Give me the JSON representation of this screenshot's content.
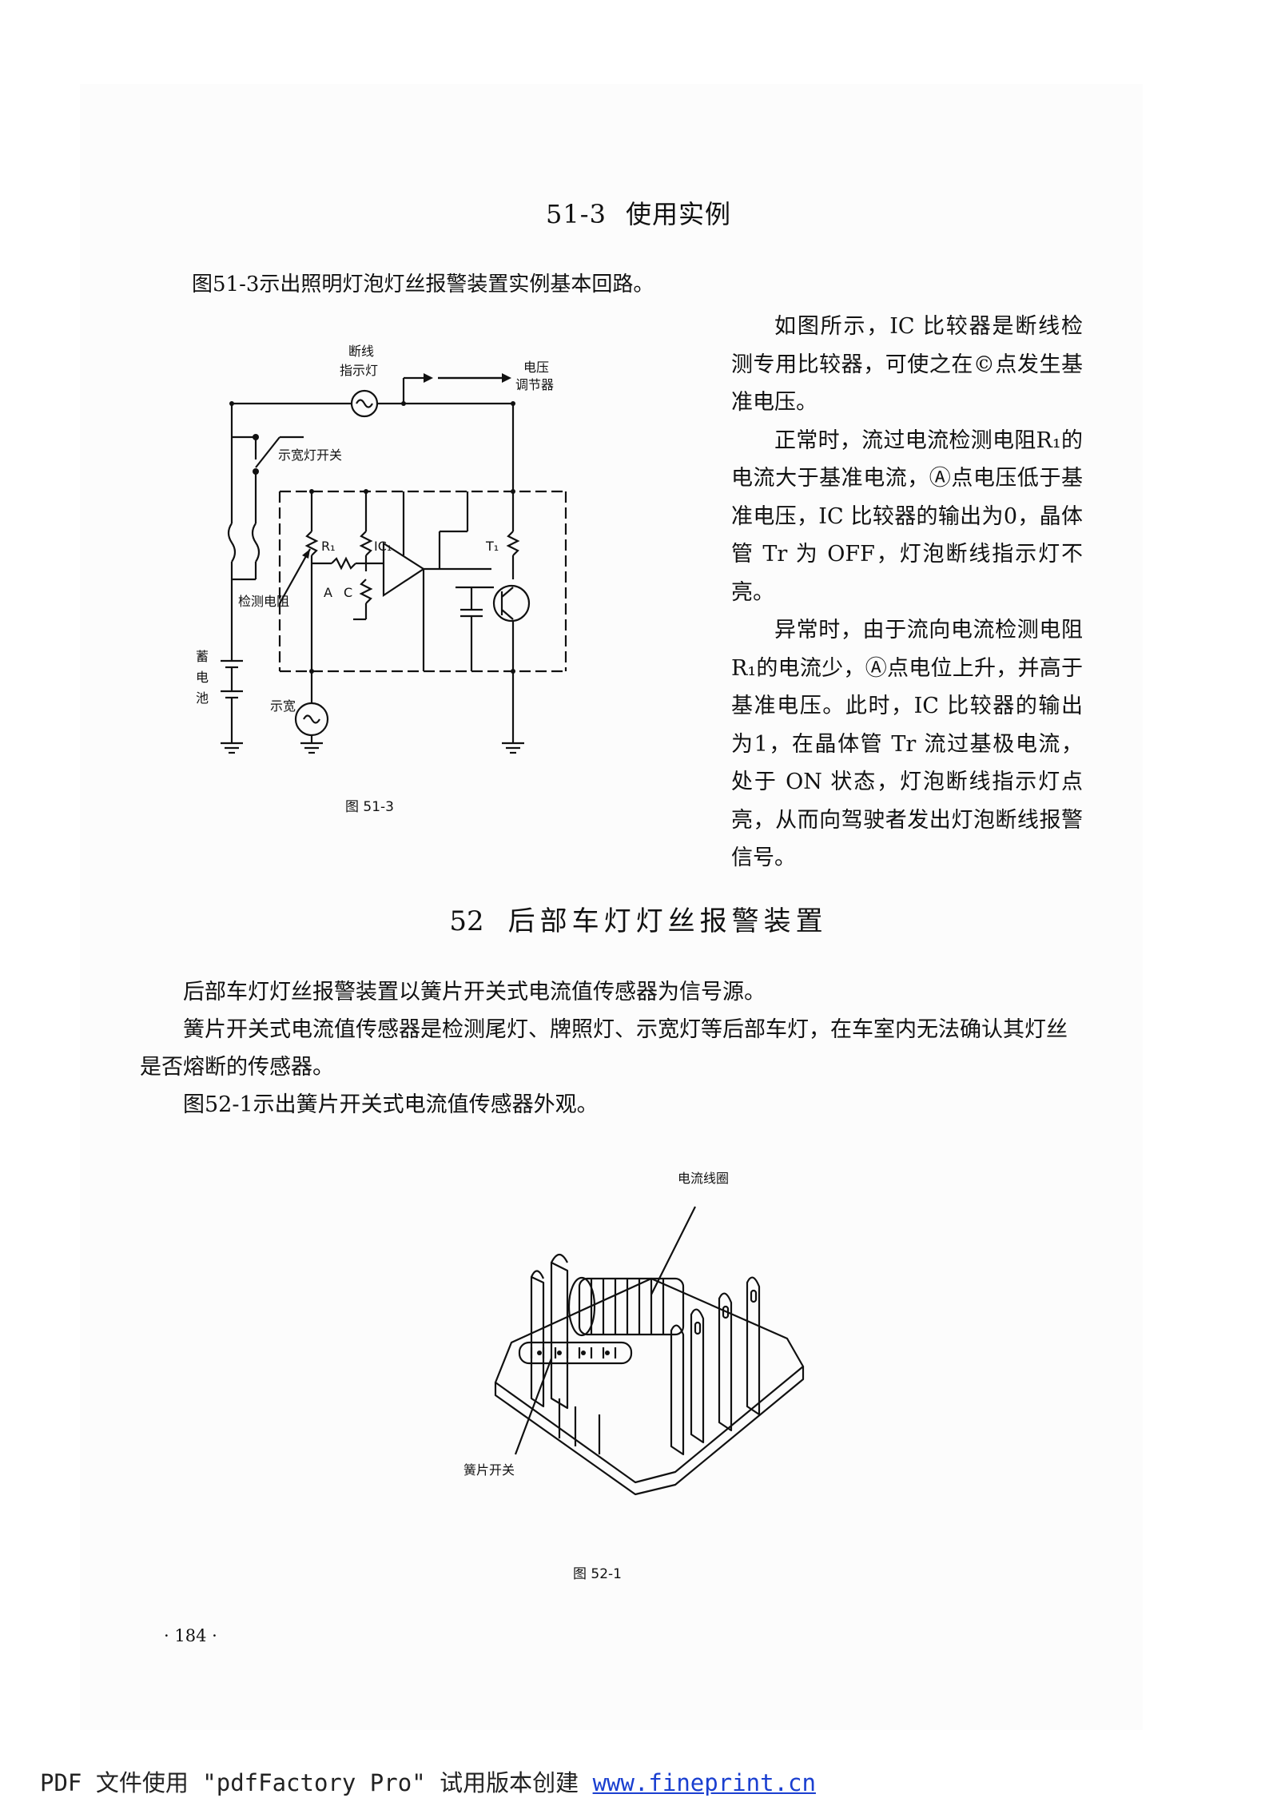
{
  "section": {
    "number": "51-3",
    "title": "使用实例"
  },
  "intro": "图51-3示出照明灯泡灯丝报警装置实例基本回路。",
  "right_column": [
    "如图所示，IC 比较器是断线检测专用比较器，可使之在©点发生基准电压。",
    "正常时，流过电流检测电阻R₁的电流大于基准电流，Ⓐ点电压低于基准电压，IC 比较器的输出为0，晶体管 Tr 为 OFF，灯泡断线指示灯不亮。",
    "异常时，由于流向电流检测电阻 R₁的电流少，Ⓐ点电位上升，并高于基准电压。此时，IC 比较器的输出为1，在晶体管 Tr 流过基极电流，处于 ON 状态，灯泡断线指示灯点亮，从而向驾驶者发出灯泡断线报警信号。"
  ],
  "figure_51_3": {
    "caption": "图 51-3",
    "labels": {
      "indicator_line1": "断线",
      "indicator_line2": "指示灯",
      "regulator_line1": "电压",
      "regulator_line2": "调节器",
      "width_switch": "示宽灯开关",
      "detect_resistor": "检测电阻",
      "battery_1": "蓄",
      "battery_2": "电",
      "battery_3": "池",
      "width_lamp": "示宽",
      "r1": "R₁",
      "ic1": "IC₁",
      "t1": "T₁",
      "a": "A",
      "c": "C"
    }
  },
  "chapter": {
    "number": "52",
    "title": "后部车灯灯丝报警装置"
  },
  "paragraphs": [
    "后部车灯灯丝报警装置以簧片开关式电流值传感器为信号源。",
    "簧片开关式电流值传感器是检测尾灯、牌照灯、示宽灯等后部车灯，在车室内无法确认其灯丝是否熔断的传感器。",
    "图52-1示出簧片开关式电流值传感器外观。"
  ],
  "figure_52_1": {
    "caption": "图 52-1",
    "label_coil": "电流线圈",
    "label_reed": "簧片开关"
  },
  "page_number": "· 184 ·",
  "footer": {
    "text": "PDF 文件使用 \"pdfFactory Pro\" 试用版本创建 ",
    "link": "www.fineprint.cn"
  }
}
